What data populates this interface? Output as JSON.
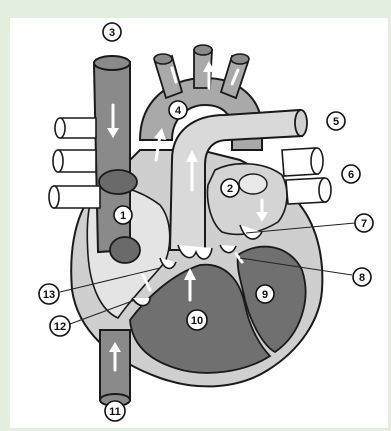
{
  "figure": {
    "background_color": "#e3eedf",
    "panel_color": "#ffffff",
    "colors": {
      "outline": "#1a1a1a",
      "vessel_dark": "#8a8a8a",
      "vessel_mid": "#aeaeae",
      "vessel_light": "#dcdcdc",
      "chamber_dark": "#6f6f6f",
      "wall": "#cfcfcf",
      "arrow": "#ffffff"
    },
    "labels": [
      {
        "id": "3",
        "text": "3"
      },
      {
        "id": "4",
        "text": "4"
      },
      {
        "id": "5",
        "text": "5"
      },
      {
        "id": "6",
        "text": "6"
      },
      {
        "id": "2",
        "text": "2"
      },
      {
        "id": "7",
        "text": "7"
      },
      {
        "id": "1",
        "text": "1"
      },
      {
        "id": "8",
        "text": "8"
      },
      {
        "id": "9",
        "text": "9"
      },
      {
        "id": "13",
        "text": "13"
      },
      {
        "id": "10",
        "text": "10"
      },
      {
        "id": "12",
        "text": "12"
      },
      {
        "id": "11",
        "text": "11"
      }
    ]
  }
}
